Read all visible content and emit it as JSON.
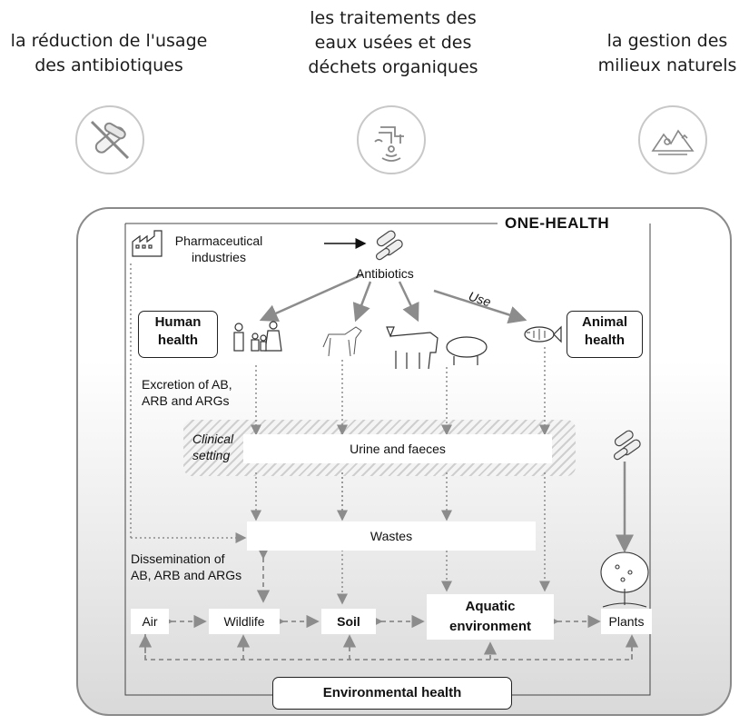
{
  "categories": [
    {
      "lines": [
        "la réduction de l'usage",
        "des antibiotiques"
      ],
      "icon": "no-pills-icon"
    },
    {
      "lines": [
        "les traitements des",
        "eaux usées et des",
        "déchets organiques"
      ],
      "icon": "water-treatment-icon"
    },
    {
      "lines": [
        "la gestion des",
        "milieux naturels"
      ],
      "icon": "landscape-icon"
    }
  ],
  "diagram": {
    "title": "ONE-HEALTH",
    "pharma": [
      "Pharmaceutical",
      "industries"
    ],
    "antibiotics": "Antibiotics",
    "use": "Use",
    "human_health": [
      "Human",
      "health"
    ],
    "animal_health": [
      "Animal",
      "health"
    ],
    "excretion": [
      "Excretion of AB,",
      "ARB and ARGs"
    ],
    "clinical": [
      "Clinical",
      "setting"
    ],
    "urine": "Urine and faeces",
    "wastes": "Wastes",
    "dissemination": [
      "Dissemination of",
      "AB, ARB and ARGs"
    ],
    "air": "Air",
    "wildlife": "Wildlife",
    "soil": "Soil",
    "aquatic": [
      "Aquatic",
      "environment"
    ],
    "plants": "Plants",
    "env_health": "Environmental health"
  },
  "colors": {
    "arrow": "#8c8c8c",
    "border": "#8a8a8a",
    "text": "#111111"
  }
}
